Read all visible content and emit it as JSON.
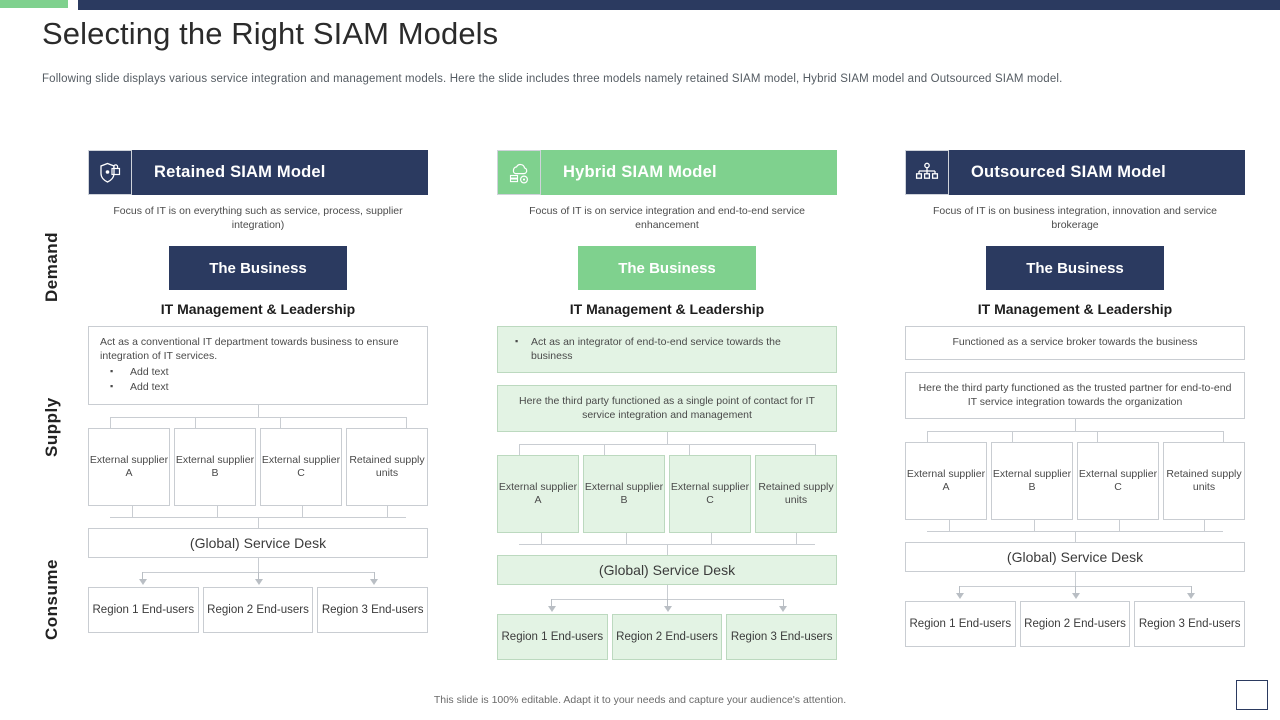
{
  "slide": {
    "title": "Selecting the Right SIAM Models",
    "subtitle": "Following slide displays various  service integration and management models. Here the slide includes three models namely retained SIAM model, Hybrid SIAM model and Outsourced SIAM model.",
    "footer_note": "This slide is 100% editable. Adapt it to your needs and capture your audience's attention."
  },
  "theme": {
    "navy": "#2b3a60",
    "green": "#7fd18e",
    "green_light": "#e3f3e4",
    "border": "#c9cdd2"
  },
  "axis_labels": [
    {
      "label": "Demand"
    },
    {
      "label": "Supply"
    },
    {
      "label": "Consume"
    }
  ],
  "columns": [
    {
      "icon": "shield-lock-icon",
      "title": "Retained SIAM Model",
      "focus": "Focus of IT  is on everything such as service, process, supplier integration)",
      "business": "The Business",
      "management": "IT Management & Leadership",
      "desc_primary": "Act as a conventional IT  department towards business to ensure integration of IT  services.",
      "desc_bullets": [
        "Add text",
        "Add text"
      ],
      "desc_secondary": "",
      "suppliers": [
        "External supplier A",
        "External supplier B",
        "External supplier C",
        "Retained supply units"
      ],
      "service_desk": "(Global) Service Desk",
      "regions": [
        "Region 1 End-users",
        "Region 2 End-users",
        "Region 3 End-users"
      ]
    },
    {
      "icon": "cloud-server-icon",
      "title": "Hybrid SIAM Model",
      "focus": "Focus of IT  is on service integration and end-to-end service enhancement",
      "business": "The Business",
      "management": "IT Management & Leadership",
      "desc_primary": "Act as an integrator of end-to-end service towards the business",
      "desc_bullets": [],
      "desc_secondary": "Here the third party functioned as a single point of contact for IT  service integration and management",
      "suppliers": [
        "External supplier A",
        "External supplier B",
        "External supplier C",
        "Retained supply units"
      ],
      "service_desk": "(Global) Service Desk",
      "regions": [
        "Region 1 End-users",
        "Region 2 End-users",
        "Region 3 End-users"
      ]
    },
    {
      "icon": "org-hierarchy-icon",
      "title": "Outsourced SIAM Model",
      "focus": "Focus of IT  is on business integration, innovation and service brokerage",
      "business": "The Business",
      "management": "IT Management & Leadership",
      "desc_primary": "Functioned as a service broker towards the business",
      "desc_bullets": [],
      "desc_secondary": "Here the third party functioned as the trusted partner for end-to-end IT  service integration towards the organization",
      "suppliers": [
        "External supplier A",
        "External supplier B",
        "External supplier C",
        "Retained supply units"
      ],
      "service_desk": "(Global) Service Desk",
      "regions": [
        "Region 1 End-users",
        "Region 2 End-users",
        "Region 3 End-users"
      ]
    }
  ]
}
